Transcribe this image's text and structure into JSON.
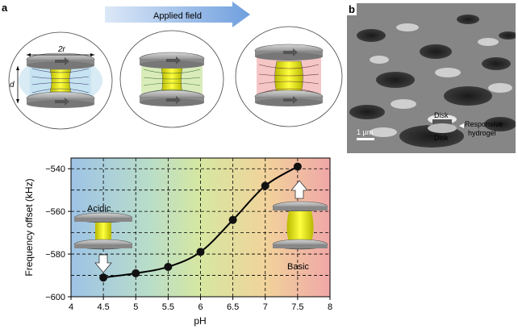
{
  "panel_a": {
    "letter": "a",
    "arrow_label": "Applied field",
    "dim_2r": "2r",
    "dim_d": "d"
  },
  "panel_b": {
    "letter": "b",
    "label_disk_top": "Disk",
    "label_hydrogel_1": "Responsive",
    "label_hydrogel_2": "hydrogel",
    "label_disk_bottom": "Disk",
    "scale_bar": "1 µm"
  },
  "colors": {
    "gradient": [
      "#9ec3e6",
      "#b9ddc9",
      "#d6e7a1",
      "#f1d39b",
      "#f0a7a7"
    ],
    "hydrogel": "#e6e600",
    "disk": "#9a9a9a",
    "curve": "#000000"
  },
  "chart_data": {
    "type": "line",
    "title": "",
    "xlabel": "pH",
    "ylabel": "Frequency offset (kHz)",
    "xlim": [
      4,
      8
    ],
    "ylim": [
      -600,
      -535
    ],
    "xticks": [
      "4",
      "4.5",
      "5",
      "5.5",
      "6",
      "6.5",
      "7",
      "7.5",
      "8"
    ],
    "yticks": [
      "-540",
      "-560",
      "-580",
      "-600"
    ],
    "grid": true,
    "x": [
      4.5,
      5.0,
      5.5,
      6.0,
      6.5,
      7.0,
      7.5
    ],
    "y": [
      -591,
      -589,
      -586,
      -579,
      -564,
      -548,
      -539
    ],
    "annotations": [
      "Acidic",
      "Basic"
    ]
  }
}
